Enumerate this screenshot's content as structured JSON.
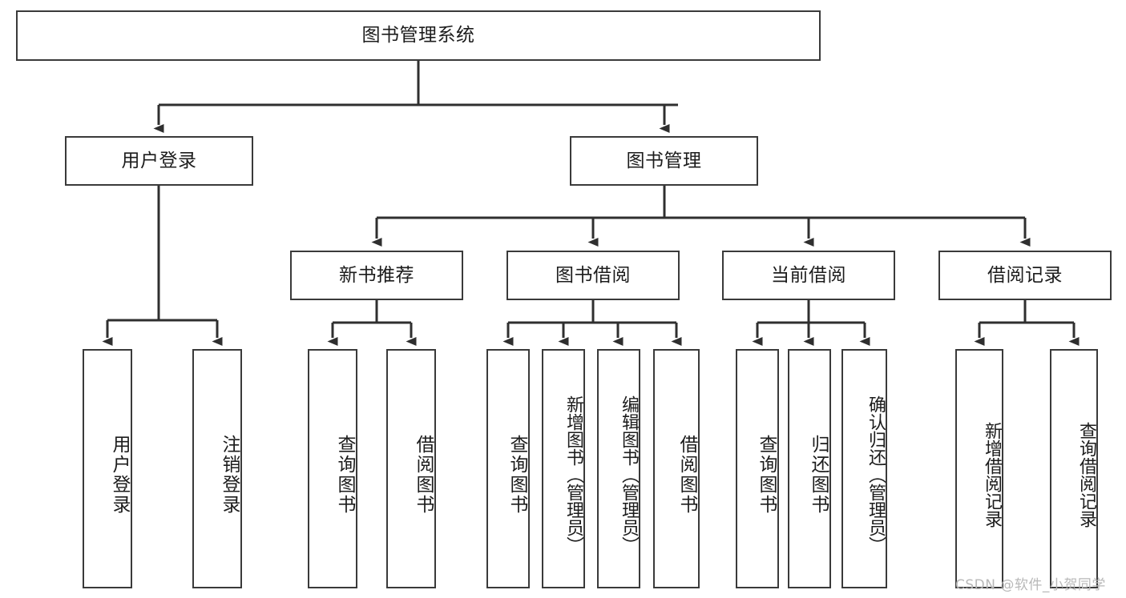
{
  "diagram": {
    "title": "图书管理系统",
    "type": "hierarchy-tree",
    "watermark": "CSDN @软件_小贺同学",
    "colors": {
      "box_border": "#3a3a3a",
      "box_fill": "#ffffff",
      "connector": "#2f2f2f",
      "text": "#1c1c1c",
      "watermark": "#b8b8b8"
    },
    "nodes": {
      "root": {
        "label": "图书管理系统",
        "level": 1
      },
      "l2_user_login": {
        "label": "用户登录",
        "level": 2
      },
      "l2_book_manage": {
        "label": "图书管理",
        "level": 2
      },
      "l3_new_book_rec": {
        "label": "新书推荐",
        "level": 3
      },
      "l3_book_borrow": {
        "label": "图书借阅",
        "level": 3
      },
      "l3_current_borrow": {
        "label": "当前借阅",
        "level": 3
      },
      "l3_borrow_record": {
        "label": "借阅记录",
        "level": 3
      },
      "leaf_user_login": {
        "label": "用户登录",
        "level": 4,
        "parent": "用户登录"
      },
      "leaf_logout": {
        "label": "注销登录",
        "level": 4,
        "parent": "用户登录"
      },
      "leaf_query_book_a": {
        "label": "查询图书",
        "level": 4,
        "parent": "新书推荐"
      },
      "leaf_borrow_book_a": {
        "label": "借阅图书",
        "level": 4,
        "parent": "新书推荐"
      },
      "leaf_query_book_b": {
        "label": "查询图书",
        "level": 4,
        "parent": "图书借阅"
      },
      "leaf_add_book": {
        "label": "新增图书（管理员）",
        "level": 4,
        "parent": "图书借阅"
      },
      "leaf_edit_book": {
        "label": "编辑图书（管理员）",
        "level": 4,
        "parent": "图书借阅"
      },
      "leaf_borrow_book_b": {
        "label": "借阅图书",
        "level": 4,
        "parent": "图书借阅"
      },
      "leaf_query_book_c": {
        "label": "查询图书",
        "level": 4,
        "parent": "当前借阅"
      },
      "leaf_return_book": {
        "label": "归还图书",
        "level": 4,
        "parent": "当前借阅"
      },
      "leaf_confirm_return": {
        "label": "确认归还（管理员）",
        "level": 4,
        "parent": "当前借阅"
      },
      "leaf_add_record": {
        "label": "新增借阅记录",
        "level": 4,
        "parent": "借阅记录"
      },
      "leaf_query_record": {
        "label": "查询借阅记录",
        "level": 4,
        "parent": "借阅记录"
      }
    }
  }
}
